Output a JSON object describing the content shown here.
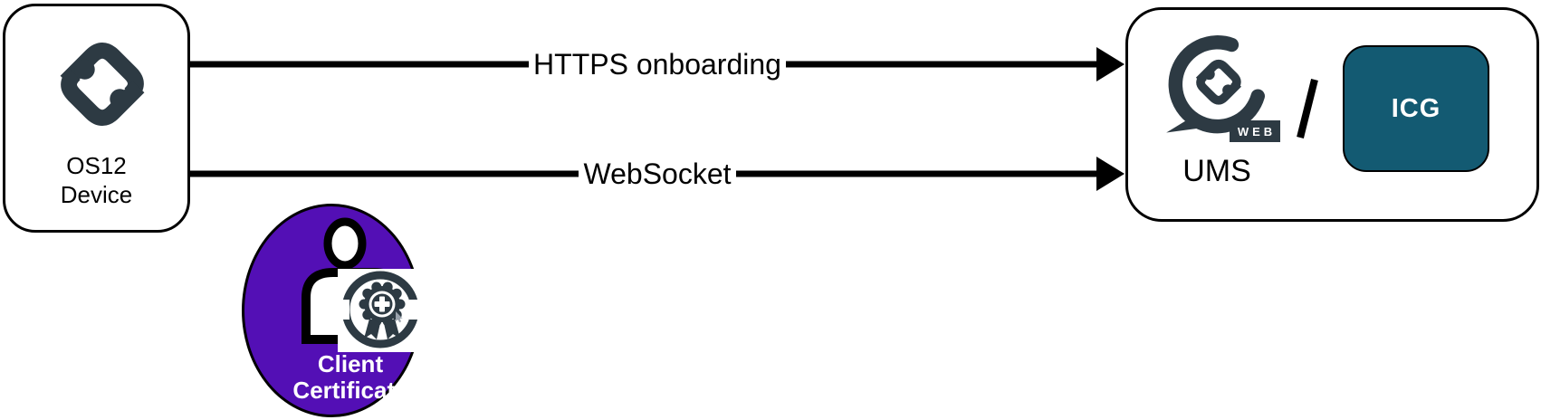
{
  "diagram": {
    "device_box": {
      "line1": "OS12",
      "line2": "Device"
    },
    "arrows": [
      {
        "label": "HTTPS onboarding"
      },
      {
        "label": "WebSocket"
      }
    ],
    "certificate_badge": {
      "line1": "Client",
      "line2": "Certificate"
    },
    "ums": {
      "label": "UMS",
      "web_badge": "WEB",
      "separator": "/",
      "icg_label": "ICG"
    }
  },
  "colors": {
    "purple": "#530fb5",
    "teal": "#135a72",
    "slate": "#2d3a43"
  }
}
